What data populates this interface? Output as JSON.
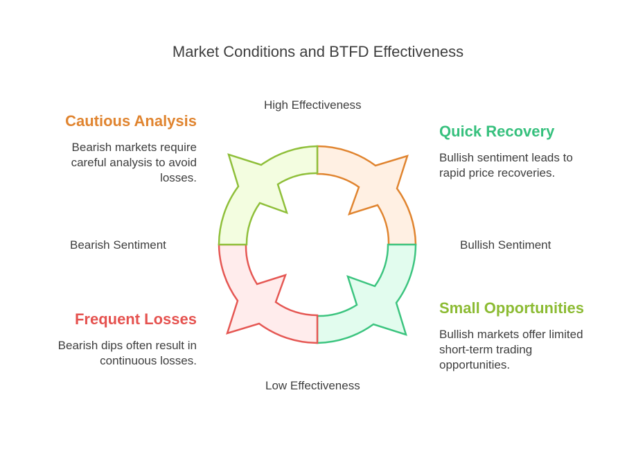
{
  "title": "Market Conditions and BTFD Effectiveness",
  "axes": {
    "top": "High Effectiveness",
    "bottom": "Low Effectiveness",
    "left": "Bearish Sentiment",
    "right": "Bullish Sentiment"
  },
  "quadrants": {
    "top_left": {
      "heading": "Cautious Analysis",
      "body": "Bearish markets require careful analysis to avoid losses.",
      "color": "#E0842F"
    },
    "top_right": {
      "heading": "Quick Recovery",
      "body": "Bullish sentiment leads to rapid price recoveries.",
      "color": "#36C07D"
    },
    "bottom_right": {
      "heading": "Small Opportunities",
      "body": "Bullish markets offer limited short-term trading opportunities.",
      "color": "#8CBB33"
    },
    "bottom_left": {
      "heading": "Frequent Losses",
      "body": "Bearish dips often result in continuous losses.",
      "color": "#E5524F"
    }
  },
  "cycle_colors": {
    "orange": "#E0842F",
    "green": "#3CC47F",
    "red": "#E55753",
    "lime": "#8FBF3A"
  }
}
